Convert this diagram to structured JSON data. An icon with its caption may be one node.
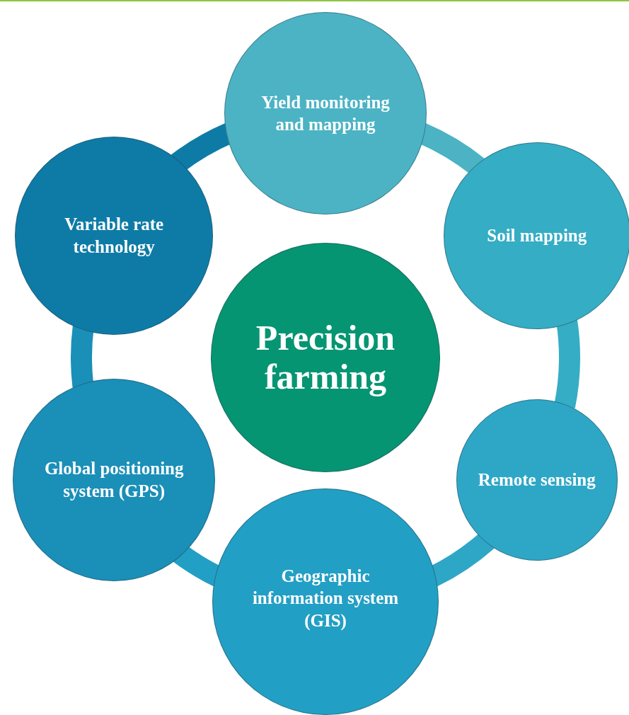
{
  "diagram": {
    "nodes": [
      {
        "text": [
          "Precision farming"
        ]
      },
      {
        "text": [
          "Yield monitoring and mapping"
        ]
      },
      {
        "text": [
          "Soil mapping"
        ]
      },
      {
        "text": [
          "Remote sensing"
        ]
      },
      {
        "text": [
          "Geographic information system (GIS)"
        ]
      },
      {
        "text": [
          "Global positioning system (GPS)"
        ]
      },
      {
        "text": [
          "Variable rate technology"
        ]
      }
    ],
    "edges": [
      {
        "from": 1,
        "to": 2,
        "arrow": "none"
      },
      {
        "from": 2,
        "to": 3,
        "arrow": "none"
      },
      {
        "from": 3,
        "to": 4,
        "arrow": "none"
      },
      {
        "from": 4,
        "to": 5,
        "arrow": "none"
      },
      {
        "from": 5,
        "to": 6,
        "arrow": "none"
      },
      {
        "from": 6,
        "to": 1,
        "arrow": "none"
      }
    ]
  }
}
